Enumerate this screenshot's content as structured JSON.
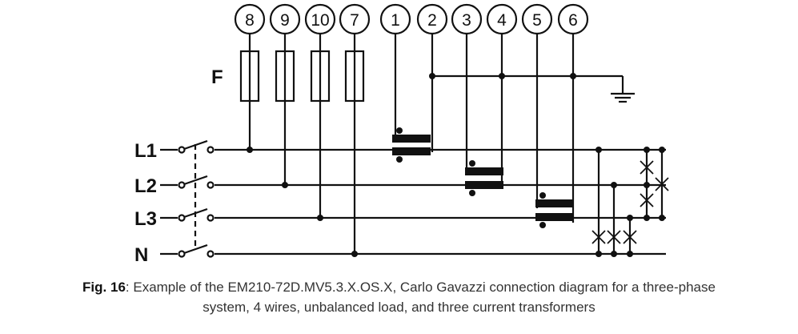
{
  "diagram": {
    "terminals": [
      "8",
      "9",
      "10",
      "7",
      "1",
      "2",
      "3",
      "4",
      "5",
      "6"
    ],
    "fuse_label": "F",
    "lines": [
      "L1",
      "L2",
      "L3",
      "N"
    ]
  },
  "caption": {
    "figure_label": "Fig. 16",
    "line1": ": Example of the EM210-72D.MV5.3.X.OS.X, Carlo Gavazzi connection diagram for a three-phase",
    "line2": "system, 4 wires, unbalanced load, and three current transformers"
  }
}
